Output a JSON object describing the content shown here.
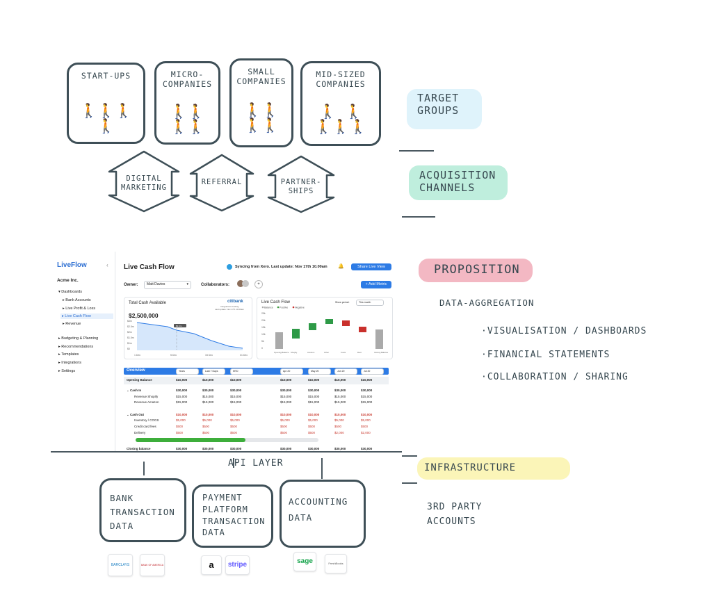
{
  "segments": {
    "startups": "START-UPS",
    "micro": "MICRO-\nCOMPANIES",
    "small": "SMALL\nCOMPANIES",
    "mid": "MID-SIZED\nCOMPANIES"
  },
  "channels": {
    "digital": "DIGITAL\nMARKETING",
    "referral": "REFERRAL",
    "partnerships": "PARTNER-\nSHIPS"
  },
  "labels": {
    "target_groups": "TARGET\nGROUPS",
    "acquisition_channels": "ACQUISITION\nCHANNELS",
    "proposition": "PROPOSITION",
    "infrastructure": "INFRASTRUCTURE",
    "third_party": "3RD PARTY\nACCOUNTS",
    "api_layer": "API LAYER"
  },
  "colors": {
    "target_hl": "#dff3fb",
    "acq_hl": "#bfeedd",
    "prop_hl": "#f3b8c3",
    "infra_hl": "#fbf5b8"
  },
  "proposition_items": {
    "main": "DATA-AGGREGATION",
    "items": [
      "·VISUALISATION / DASHBOARDS",
      "·FINANCIAL STATEMENTS",
      "·COLLABORATION / SHARING"
    ]
  },
  "data_sources": {
    "bank": "BANK\nTRANSACTION\nDATA",
    "payment": "PAYMENT\nPLATFORM\nTRANSACTION\nDATA",
    "accounting": "ACCOUNTING\nDATA"
  },
  "logos": {
    "barclays": "BARCLAYS",
    "boa": "BANK OF AMERICA",
    "amazon": "a",
    "stripe": "stripe",
    "sage": "sage",
    "freshbooks": "FreshBooks"
  },
  "dashboard": {
    "brand": "LiveFlow",
    "company": "Acme Inc.",
    "nav": {
      "dashboards": "Dashboards",
      "bank_accounts": "Bank Accounts",
      "live_pl": "Live Profit & Loss",
      "live_cash_flow": "Live Cash Flow",
      "revenue": "Revenue",
      "budgeting": "Budgeting & Planning",
      "recommendations": "Recommendations",
      "templates": "Templates",
      "integrations": "Integrations",
      "settings": "Settings"
    },
    "title": "Live Cash Flow",
    "sync": "Syncing from Xero. Last update: Nov 17th 10.00am",
    "share_btn": "Share Live View",
    "owner_label": "Owner:",
    "owner": "Matt Davies",
    "collab_label": "Collaborators:",
    "add_metric": "+ Add Metric",
    "card1": {
      "title": "Total Cash Available",
      "bank": "citibank",
      "value": "$2,500,000",
      "legend1": "Integrations funding",
      "legend2": "Last update: Nov 17th 10.00am",
      "yticks": [
        "$3m",
        "$2.5m",
        "$2m",
        "$1.5m",
        "$1m",
        "$0"
      ],
      "xticks": [
        "1 Dec",
        "5 Dec",
        "15 Dec",
        "31 Dec"
      ],
      "marker": "$2.4m"
    },
    "card2": {
      "title": "Live Cash Flow",
      "show_period": "Show period:",
      "period": "This month",
      "legend": [
        "Balance",
        "Positive",
        "Negative"
      ],
      "yticks": [
        "25k",
        "20k",
        "15k",
        "10k",
        "5k",
        "0"
      ],
      "xcats": [
        "Opening Balance",
        "Shopify",
        "Amazon",
        "Other",
        "Costs",
        "Rent",
        "Closing Balance"
      ]
    },
    "table": {
      "overview": "Overview",
      "filters": [
        "Years",
        "Last 7 Days",
        "MTD",
        "Apr 20",
        "May 20",
        "Jun 20",
        "Jul 20"
      ],
      "rows": [
        {
          "label": "Opening Balance",
          "vals": [
            "$10,000",
            "$10,000",
            "$10,000",
            "$10,000",
            "$10,000",
            "$10,000",
            "$10,000"
          ],
          "bold": true
        },
        {
          "label": "Cash In",
          "vals": [
            "$30,000",
            "$30,000",
            "$30,000",
            "$30,000",
            "$30,000",
            "$30,000",
            "$30,000"
          ],
          "bold": true
        },
        {
          "label": "Revenue Shopify",
          "vals": [
            "$15,000",
            "$15,000",
            "$15,000",
            "$15,000",
            "$15,000",
            "$15,000",
            "$15,000"
          ]
        },
        {
          "label": "Revenue Amazon",
          "vals": [
            "$15,000",
            "$15,000",
            "$15,000",
            "$15,000",
            "$15,000",
            "$15,000",
            "$15,000"
          ]
        },
        {
          "label": "Cash Out",
          "vals": [
            "$10,000",
            "$10,000",
            "$10,000",
            "$10,000",
            "$10,000",
            "$10,000",
            "$10,000"
          ],
          "bold": true,
          "red": true
        },
        {
          "label": "Inventory / COGS",
          "vals": [
            "$5,000",
            "$5,000",
            "$5,000",
            "$5,000",
            "$5,000",
            "$5,000",
            "$5,000"
          ],
          "red": true
        },
        {
          "label": "Credit card fees",
          "vals": [
            "$500",
            "$500",
            "$500",
            "$500",
            "$500",
            "$500",
            "$500"
          ],
          "red": true
        },
        {
          "label": "Delivery",
          "vals": [
            "$500",
            "$500",
            "$500",
            "$500",
            "$500",
            "$2,000",
            "$2,000"
          ],
          "red": true
        },
        {
          "label": "Closing balance",
          "vals": [
            "$30,000",
            "$30,000",
            "$30,000",
            "$30,000",
            "$30,000",
            "$30,000",
            "$30,000"
          ],
          "bold": true
        }
      ],
      "progress": 0.6
    }
  }
}
